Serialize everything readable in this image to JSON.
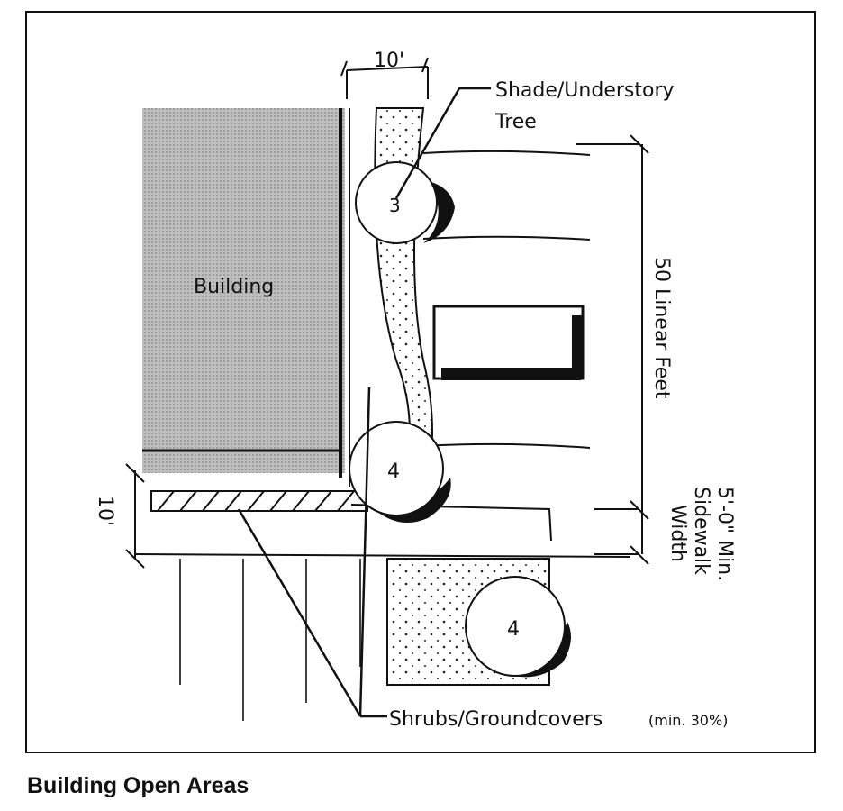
{
  "diagram": {
    "labels": {
      "top_dimension": "10'",
      "tree_label_line1": "Shade/Understory",
      "tree_label_line2": "Tree",
      "building": "Building",
      "linear_feet": "50 Linear Feet",
      "sidewalk_line1": "5'-0\" Min.",
      "sidewalk_line2": "Sidewalk",
      "sidewalk_line3": "Width",
      "left_dimension": "10'",
      "shrubs": "Shrubs/Groundcovers",
      "shrubs_note": "(min. 30%)",
      "tree_number_1": "3",
      "tree_number_2": "4",
      "tree_number_3": "4"
    }
  },
  "caption": "Building Open Areas"
}
